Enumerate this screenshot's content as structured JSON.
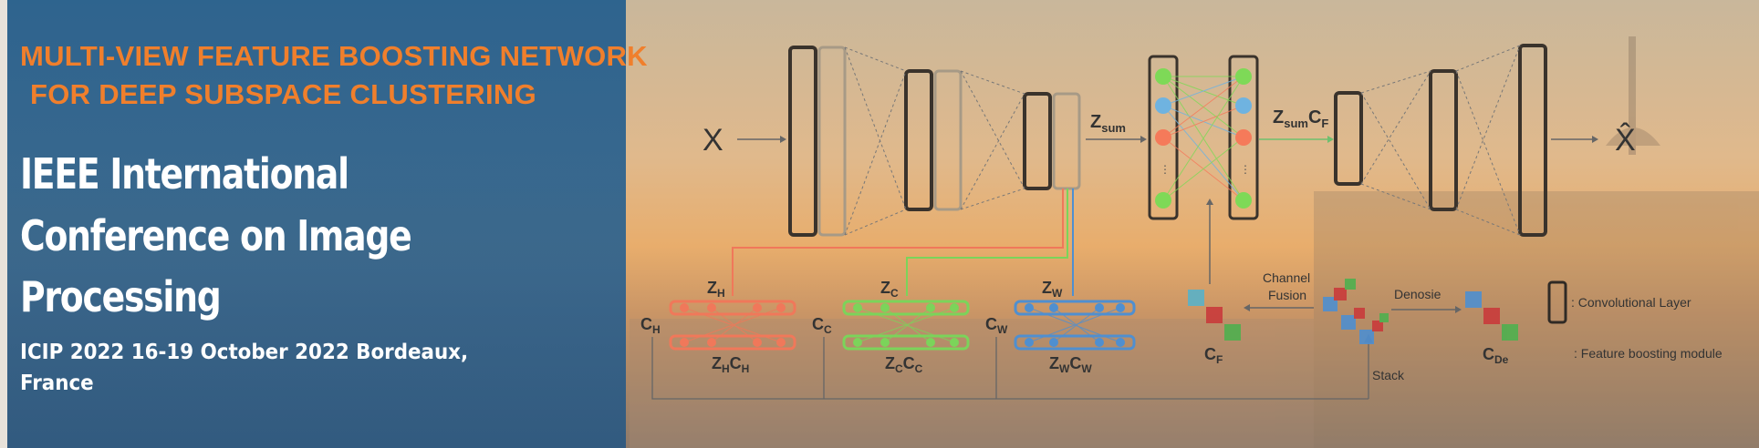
{
  "header": {
    "subtitle_line1": "MULTI-VIEW FEATURE BOOSTING NETWORK",
    "subtitle_line2": "FOR DEEP SUBSPACE CLUSTERING",
    "conference_line1": "IEEE International",
    "conference_line2": "Conference on Image",
    "conference_line3": "Processing",
    "details_line1": "ICIP 2022 16-19 October 2022 Bordeaux,",
    "details_line2": "France"
  },
  "diagram": {
    "input_label": "X",
    "output_label": "X̂",
    "z_sum": {
      "main": "Z",
      "sub": "sum"
    },
    "z_sum_cf": {
      "z": "Z",
      "zsub": "sum",
      "c": "C",
      "csub": "F"
    },
    "branches": [
      {
        "name": "H",
        "color": "#f0785a",
        "top_label": {
          "main": "Z",
          "sub": "H"
        },
        "bottom_label": {
          "z": "Z",
          "zsub": "H",
          "c": "C",
          "csub": "H"
        },
        "side_label": {
          "main": "C",
          "sub": "H"
        }
      },
      {
        "name": "C",
        "color": "#7bd45a",
        "top_label": {
          "main": "Z",
          "sub": "C"
        },
        "bottom_label": {
          "z": "Z",
          "zsub": "C",
          "c": "C",
          "csub": "C"
        },
        "side_label": {
          "main": "C",
          "sub": "C"
        }
      },
      {
        "name": "W",
        "color": "#4f8fd0",
        "top_label": {
          "main": "Z",
          "sub": "W"
        },
        "bottom_label": {
          "z": "Z",
          "zsub": "W",
          "c": "C",
          "csub": "W"
        },
        "side_label": {
          "main": "C",
          "sub": "W"
        }
      }
    ],
    "cf_label": {
      "main": "C",
      "sub": "F"
    },
    "cde_label": {
      "main": "C",
      "sub": "De"
    },
    "channel_fusion_line1": "Channel",
    "channel_fusion_line2": "Fusion",
    "denoise_label": "Denosie",
    "stack_label": "Stack",
    "legend": {
      "conv_layer": ": Convolutional Layer",
      "feature_boosting": ": Feature boosting module"
    },
    "node_colors": [
      "#7ed957",
      "#6fb3e0",
      "#f57a5a",
      "#7ed957"
    ]
  }
}
